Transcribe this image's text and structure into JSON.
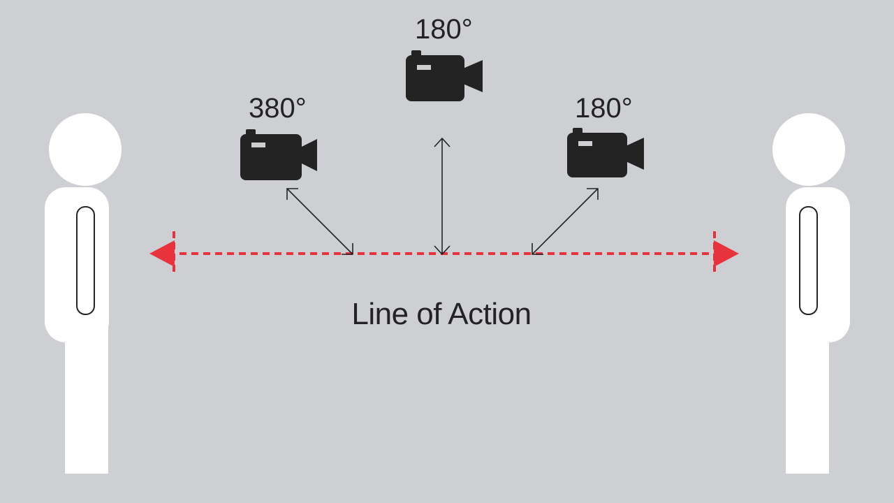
{
  "diagram": {
    "line_label": "Line of Action",
    "cameras": [
      {
        "id": "left",
        "angle_label": "380°"
      },
      {
        "id": "center",
        "angle_label": "180°"
      },
      {
        "id": "right",
        "angle_label": "180°"
      }
    ],
    "colors": {
      "background": "#cdcfd2",
      "line_of_action": "#e8323c",
      "camera": "#232323",
      "figure": "#ffffff",
      "arrow": "#232323"
    }
  }
}
